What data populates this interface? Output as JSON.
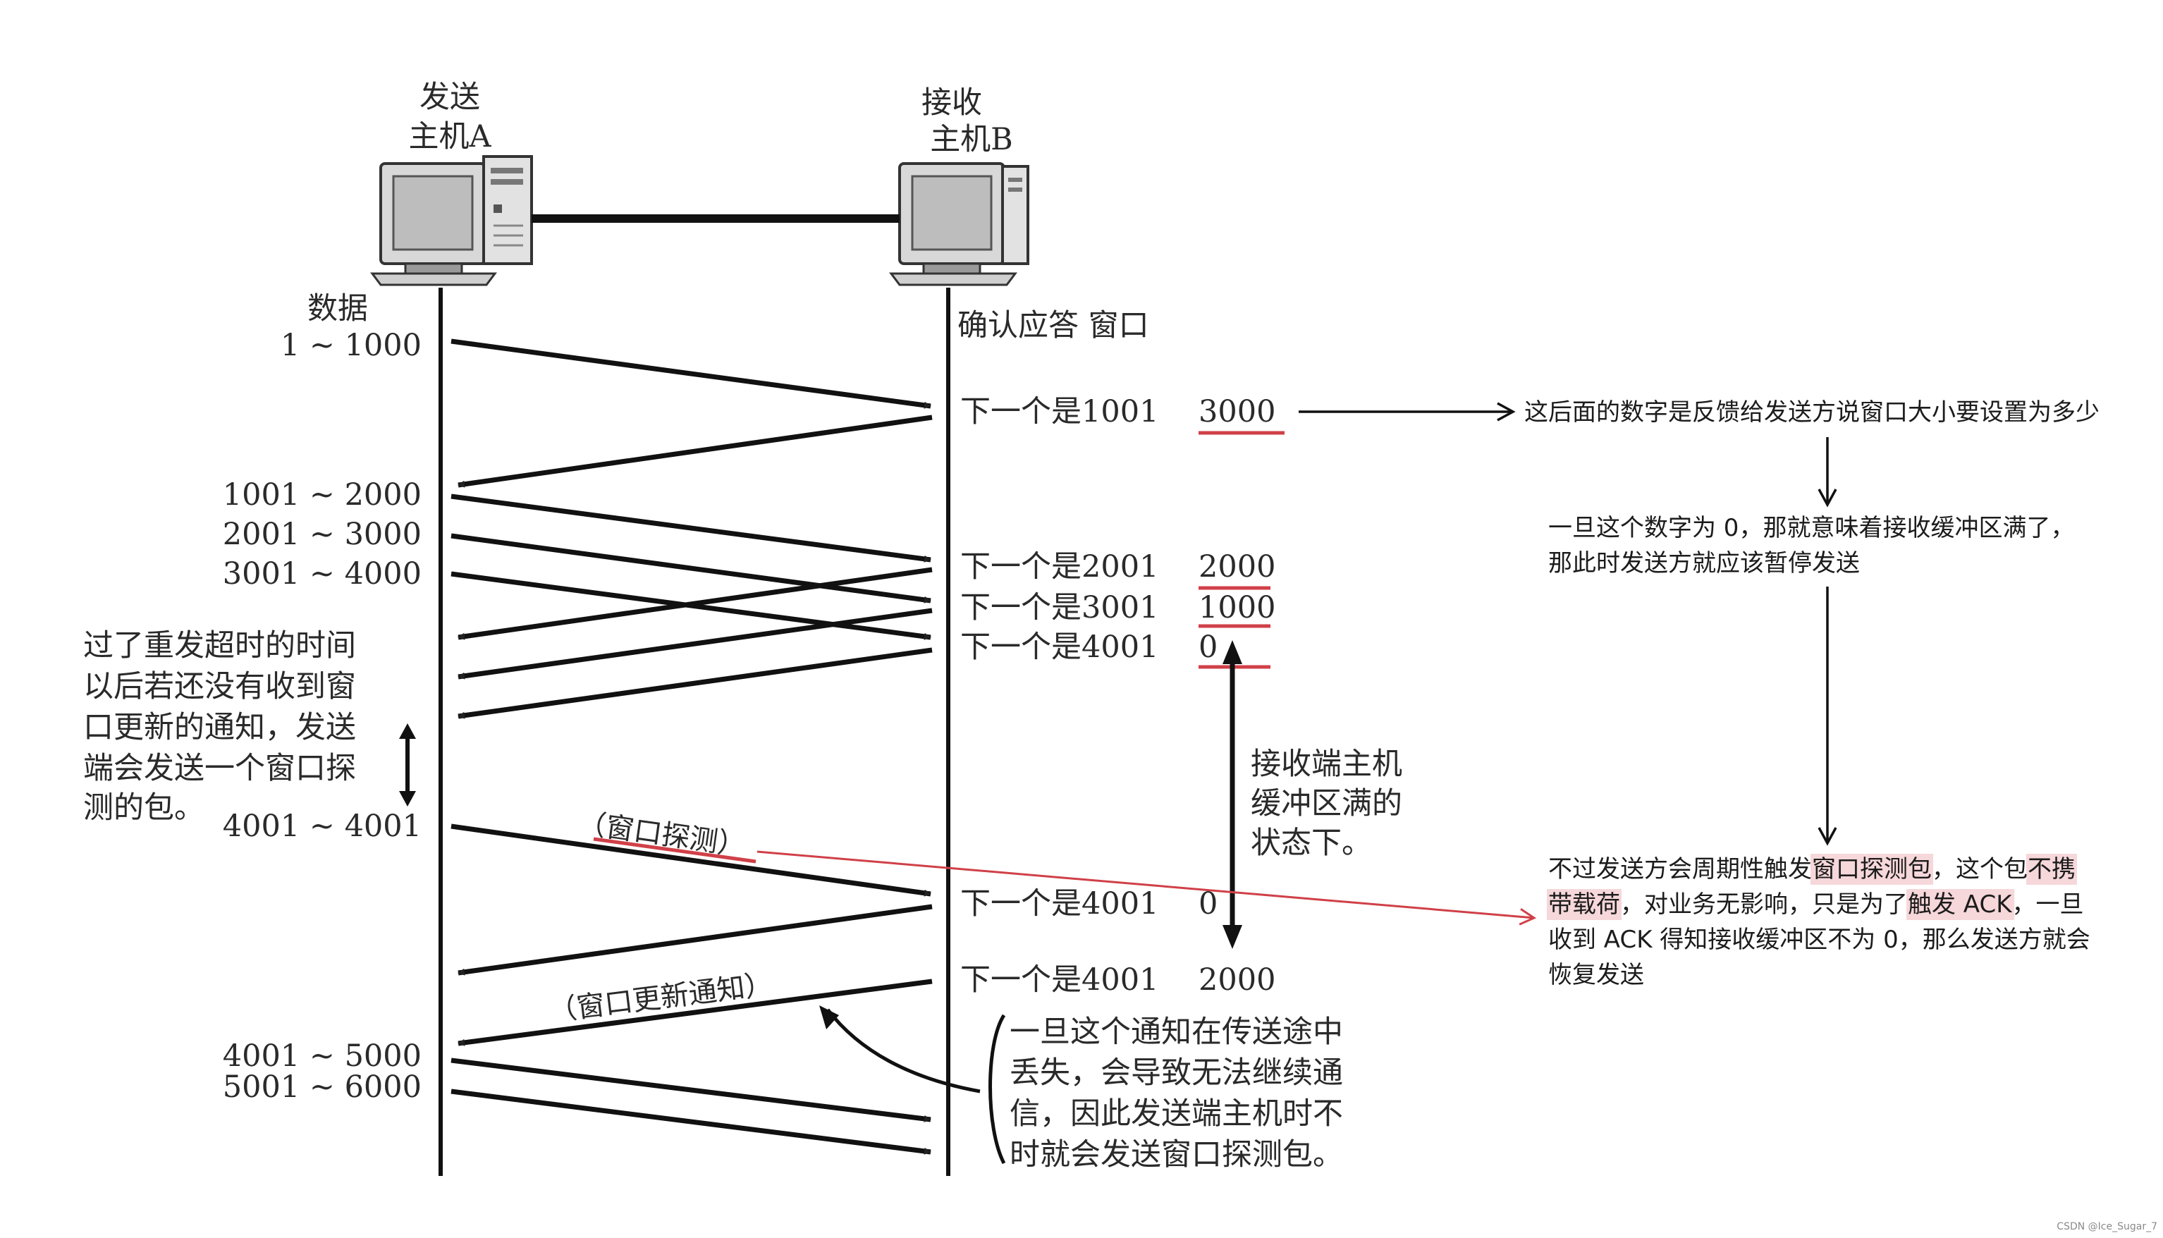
{
  "hosts": {
    "sender": {
      "line1": "发送",
      "line2": "主机A"
    },
    "receiver": {
      "line1": "接收",
      "line2": "主机B"
    }
  },
  "columns": {
    "data_header": "数据",
    "ack_header": "确认应答 窗口"
  },
  "data_labels": [
    "1 ~ 1000",
    "1001 ~ 2000",
    "2001 ~ 3000",
    "3001 ~ 4000",
    "4001 ~ 4001",
    "4001 ~ 5000",
    "5001 ~ 6000"
  ],
  "acks": [
    {
      "text": "下一个是1001",
      "window": "3000",
      "underline": true
    },
    {
      "text": "下一个是2001",
      "window": "2000",
      "underline": true
    },
    {
      "text": "下一个是3001",
      "window": "1000",
      "underline": true
    },
    {
      "text": "下一个是4001",
      "window": "0",
      "underline": true
    },
    {
      "text": "下一个是4001",
      "window": "0",
      "underline": false
    },
    {
      "text": "下一个是4001",
      "window": "2000",
      "underline": false
    }
  ],
  "left_note": {
    "lines": [
      "过了重发超时的时间",
      "以后若还没有收到窗",
      "口更新的通知，发送",
      "端会发送一个窗口探",
      "测的包。"
    ]
  },
  "middle_labels": {
    "probe": "（窗口探测）",
    "update": "（窗口更新通知）"
  },
  "buffer_note": {
    "lines": [
      "接收端主机",
      "缓冲区满的",
      "状态下。"
    ]
  },
  "lost_note": {
    "lines": [
      "一旦这个通知在传送途中",
      "丢失，会导致无法继续通",
      "信，因此发送端主机时不",
      "时就会发送窗口探测包。"
    ]
  },
  "annotations": {
    "note1": "这后面的数字是反馈给发送方说窗口大小要设置为多少",
    "note2": [
      "一旦这个数字为 0，那就意味着接收缓冲区满了，",
      "那此时发送方就应该暂停发送"
    ],
    "note3": {
      "line1": [
        {
          "t": "不过发送方会周期性触发",
          "h": false
        },
        {
          "t": "窗口探测包",
          "h": true
        },
        {
          "t": "，这个包",
          "h": false
        },
        {
          "t": "不携",
          "h": true
        }
      ],
      "line2": [
        {
          "t": "带载荷",
          "h": true
        },
        {
          "t": "，对业务无影响，只是为了",
          "h": false
        },
        {
          "t": "触发 ACK",
          "h": true
        },
        {
          "t": "，一旦",
          "h": false
        }
      ],
      "line3": [
        {
          "t": "收到 ACK 得知接收缓冲区不为 0，那么发送方就会",
          "h": false
        }
      ],
      "line4": [
        {
          "t": "恢复发送",
          "h": false
        }
      ]
    }
  },
  "footer": "CSDN @Ice_Sugar_7",
  "colors": {
    "ink": "#222222",
    "red": "#d04048",
    "highlight": "#f6d7da"
  }
}
